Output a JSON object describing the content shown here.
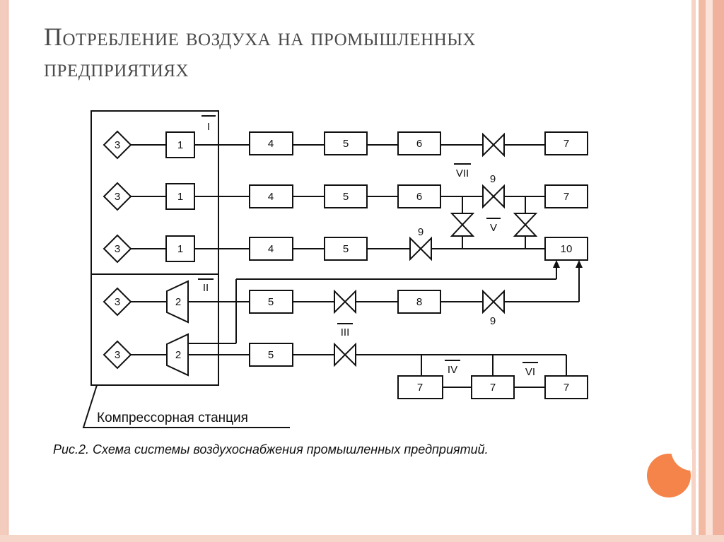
{
  "slide": {
    "title_line1": "Потребление воздуха на промышленных",
    "title_line2": "предприятиях"
  },
  "diagram": {
    "station_label": "Компрессорная станция",
    "caption": "Рис.2. Схема системы воздухоснабжения  промышленных предприятий.",
    "node_labels": {
      "n3": "3",
      "n1": "1",
      "n2": "2",
      "n4": "4",
      "n5": "5",
      "n6": "6",
      "n7": "7",
      "n8": "8",
      "n9": "9",
      "n10": "10"
    },
    "roman_labels": {
      "r1": "I",
      "r2": "II",
      "r3": "III",
      "r4": "IV",
      "r5": "V",
      "r6": "VI",
      "r7": "VII"
    }
  },
  "colors": {
    "accent": "#f5844a",
    "frame": "#f2b9a3",
    "title": "#4a4a4a",
    "line": "#111111"
  }
}
